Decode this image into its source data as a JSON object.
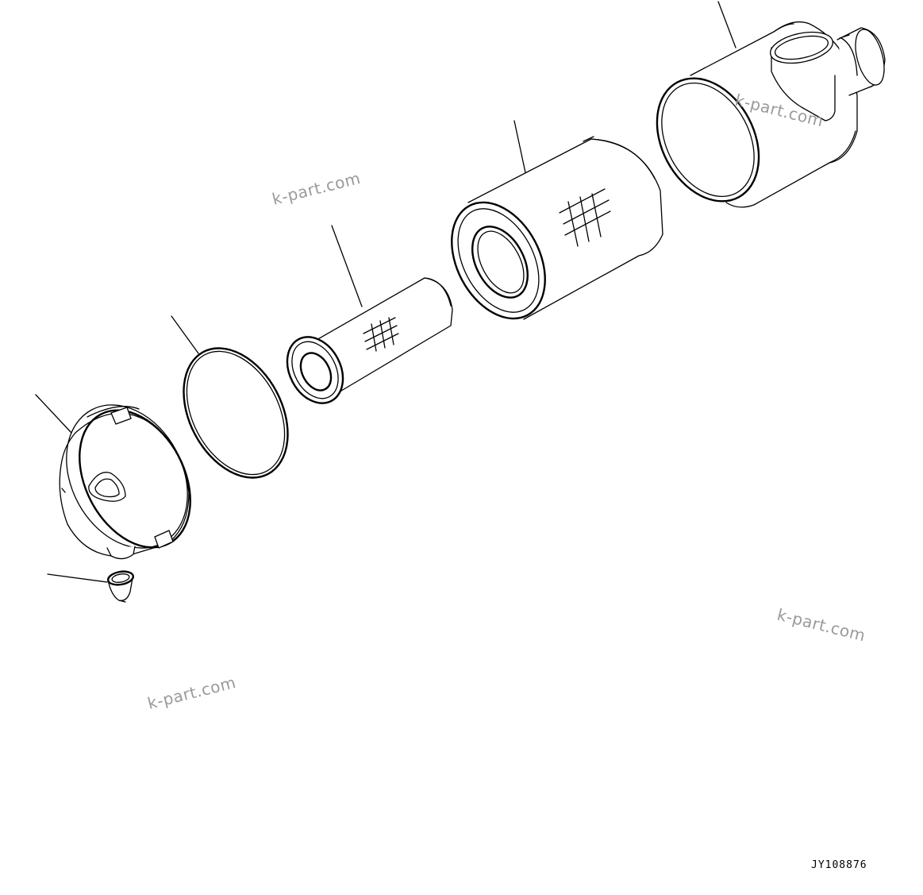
{
  "drawing": {
    "drawing_code": "JY108876",
    "watermarks": [
      "k-part.com",
      "k-part.com",
      "k-part.com",
      "k-part.com"
    ],
    "ink_color": "#000000",
    "watermark_color": "#9a9a9a",
    "parts": [
      {
        "name": "air-cleaner-housing"
      },
      {
        "name": "outer-filter-element"
      },
      {
        "name": "inner-safety-element"
      },
      {
        "name": "o-ring-seal"
      },
      {
        "name": "dust-cover"
      },
      {
        "name": "evacuator-valve"
      }
    ]
  }
}
